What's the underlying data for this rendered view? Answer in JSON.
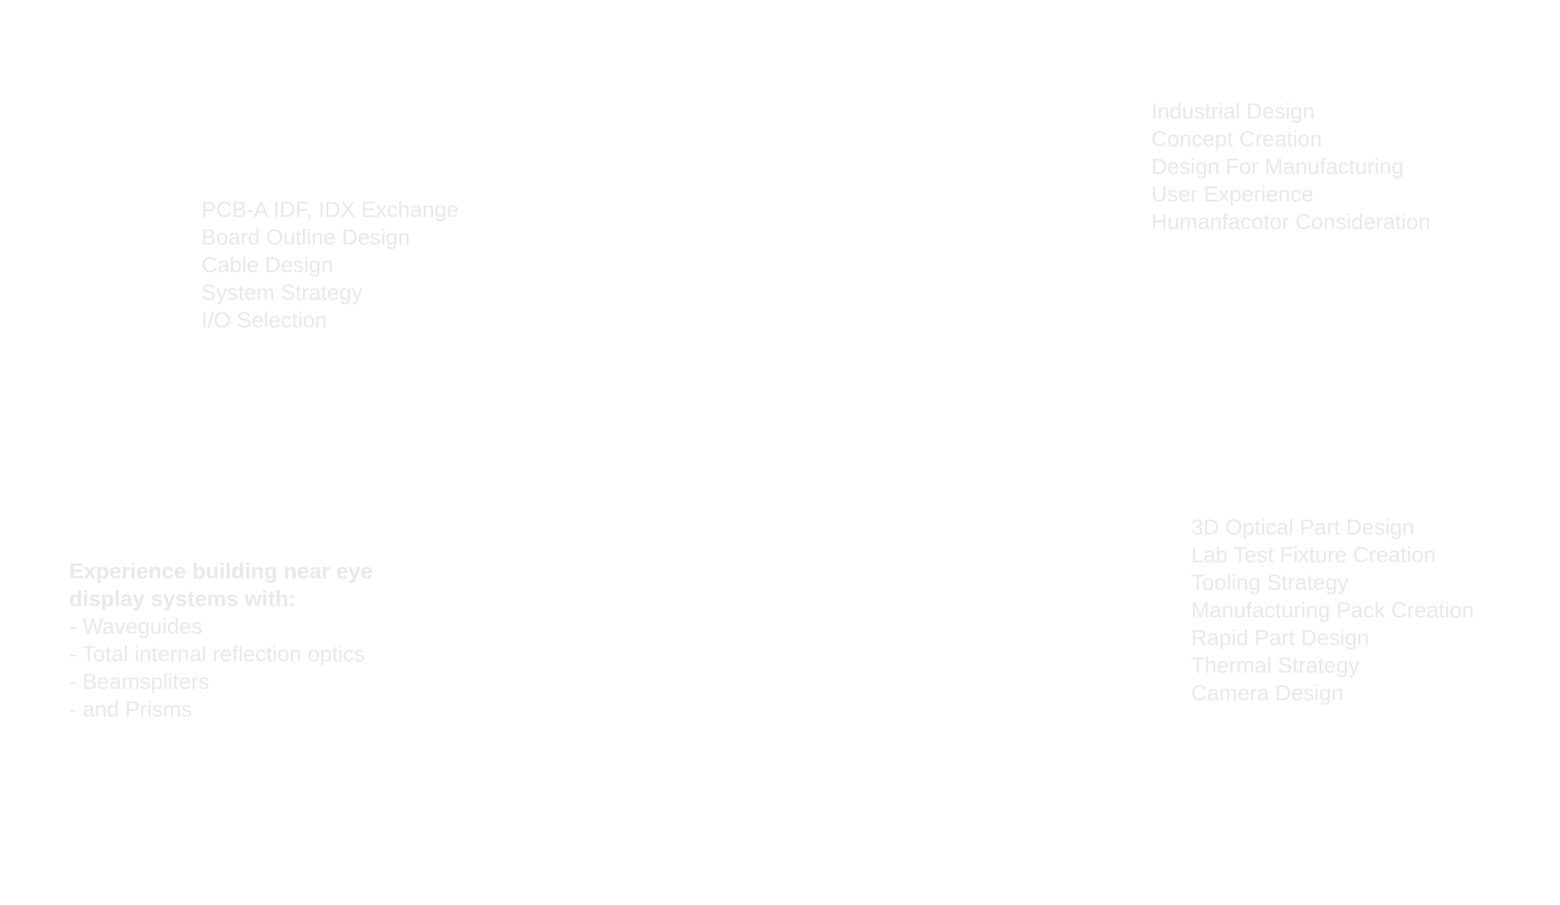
{
  "colors": {
    "background": "#ffffff",
    "text": "#e9e9e9"
  },
  "electronics": {
    "items": [
      "PCB-A IDF, IDX Exchange",
      "Board Outline Design",
      "Cable Design",
      "System Strategy",
      "I/O Selection"
    ]
  },
  "industrial": {
    "items": [
      "Industrial Design",
      "Concept Creation",
      "Design For Manufacturing",
      "User Experience",
      "Humanfacotor Consideration"
    ]
  },
  "optical": {
    "items": [
      "3D Optical Part Design",
      "Lab Test Fixture Creation",
      "Tooling Strategy",
      "Manufacturing Pack Creation",
      "Rapid Part Design",
      "Thermal Strategy",
      "Camera Design"
    ]
  },
  "display": {
    "heading": "Experience building near eye display systems with:",
    "items": [
      "- Waveguides",
      "- Total internal reflection optics",
      "- Beamspliters",
      "- and Prisms"
    ]
  }
}
